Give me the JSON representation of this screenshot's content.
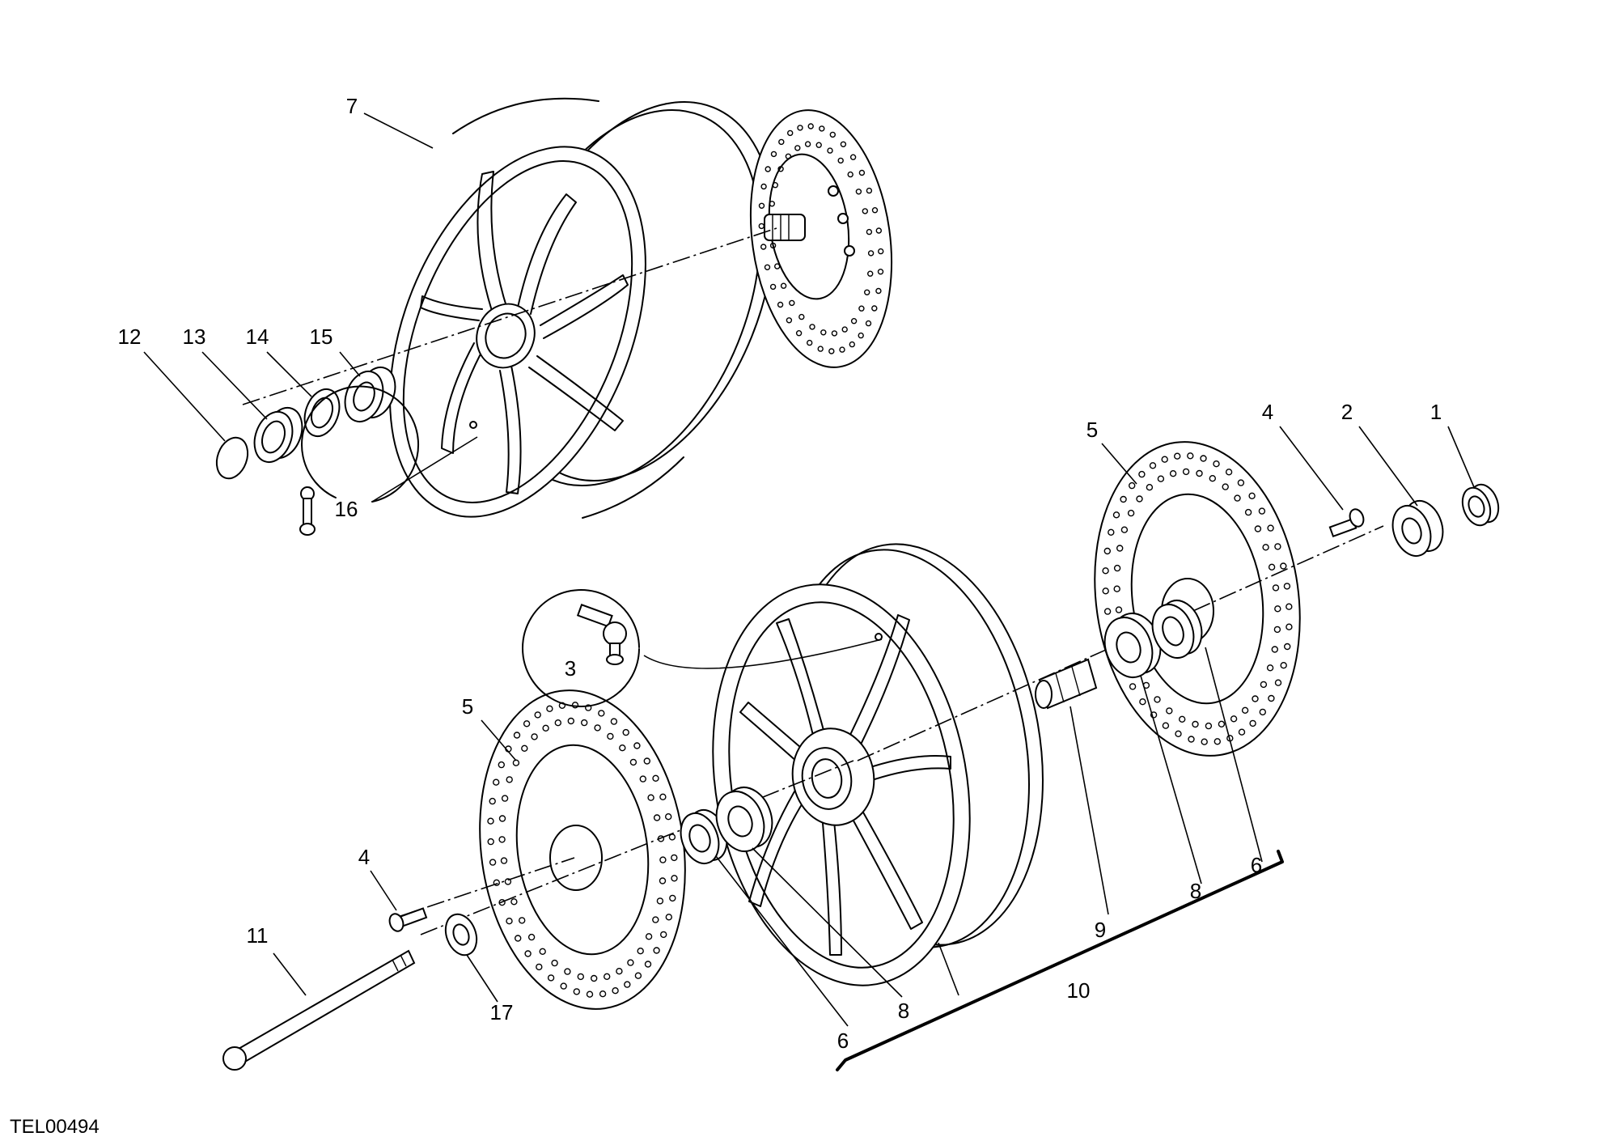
{
  "drawing_code": "TEL00494",
  "callouts": [
    {
      "id": "7",
      "text": "7"
    },
    {
      "id": "12",
      "text": "12"
    },
    {
      "id": "13",
      "text": "13"
    },
    {
      "id": "14",
      "text": "14"
    },
    {
      "id": "15",
      "text": "15"
    },
    {
      "id": "16",
      "text": "16"
    },
    {
      "id": "5a",
      "text": "5"
    },
    {
      "id": "4a",
      "text": "4"
    },
    {
      "id": "2",
      "text": "2"
    },
    {
      "id": "1",
      "text": "1"
    },
    {
      "id": "3",
      "text": "3"
    },
    {
      "id": "5b",
      "text": "5"
    },
    {
      "id": "4b",
      "text": "4"
    },
    {
      "id": "11",
      "text": "11"
    },
    {
      "id": "17",
      "text": "17"
    },
    {
      "id": "6a",
      "text": "6"
    },
    {
      "id": "8a",
      "text": "8"
    },
    {
      "id": "9",
      "text": "9"
    },
    {
      "id": "8b",
      "text": "8"
    },
    {
      "id": "6b",
      "text": "6"
    },
    {
      "id": "10",
      "text": "10"
    }
  ]
}
